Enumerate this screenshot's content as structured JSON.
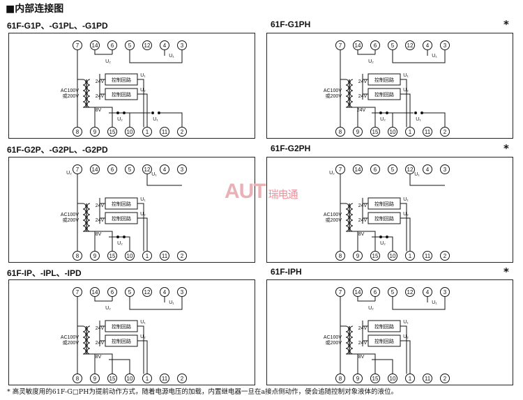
{
  "heading": "■内部连接图",
  "panels": [
    {
      "title": "61F-G1P、-G1PL、-G1PD",
      "star": ""
    },
    {
      "title": "61F-G1PH",
      "star": "*"
    },
    {
      "title": "61F-G2P、-G2PL、-G2PD",
      "star": ""
    },
    {
      "title": "61F-G2PH",
      "star": "*"
    },
    {
      "title": "61F-IP、-IPL、-IPD",
      "star": ""
    },
    {
      "title": "61F-IPH",
      "star": "*"
    }
  ],
  "terminals_top": [
    "7",
    "14",
    "6",
    "5",
    "12",
    "4",
    "3"
  ],
  "terminals_bottom": [
    "8",
    "9",
    "15",
    "10",
    "1",
    "11",
    "2"
  ],
  "labels": {
    "v24": "24V",
    "v8": "8V",
    "control": "控制回路",
    "ac_line1": "AC100V",
    "ac_line2": "或200V",
    "u1": "U₁",
    "u2": "U₂"
  },
  "watermark": {
    "brand": "AUT",
    "text": "瑞电通"
  },
  "footer": "* 高灵敏度用的61F-G□PH为提前动作方式，随着电源电压的加载，内置继电器一旦在a接点侧动作，便会追随控制对象液体的液位。"
}
